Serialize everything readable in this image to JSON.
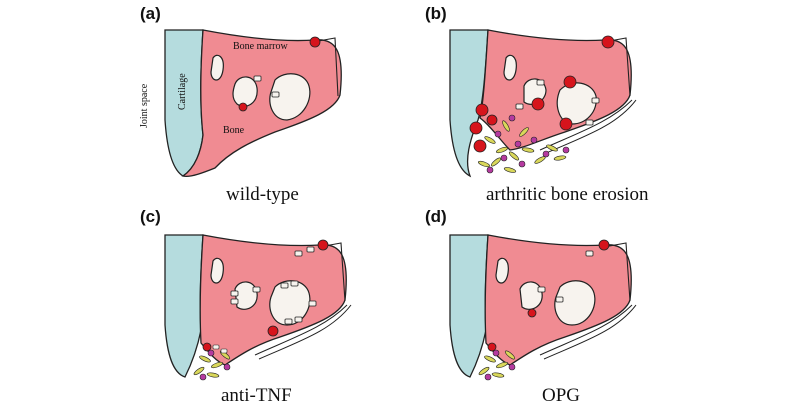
{
  "panels": [
    {
      "id": "a",
      "label": "(a)",
      "caption": "wild-type"
    },
    {
      "id": "b",
      "label": "(b)",
      "caption": "arthritic bone erosion"
    },
    {
      "id": "c",
      "label": "(c)",
      "caption": "anti-TNF"
    },
    {
      "id": "d",
      "label": "(d)",
      "caption": "OPG"
    }
  ],
  "annotations": {
    "bone_marrow": "Bone marrow",
    "joint_space": "Joint space",
    "cartilage": "Cartilage",
    "bone": "Bone"
  },
  "colors": {
    "bone": "#f08b92",
    "cartilage": "#b5dcde",
    "marrow": "#f7f3ee",
    "osteoclast": "#d6141c",
    "inflammatory_cell": "#b53aa0",
    "fibroblast": "#d9d75a"
  }
}
